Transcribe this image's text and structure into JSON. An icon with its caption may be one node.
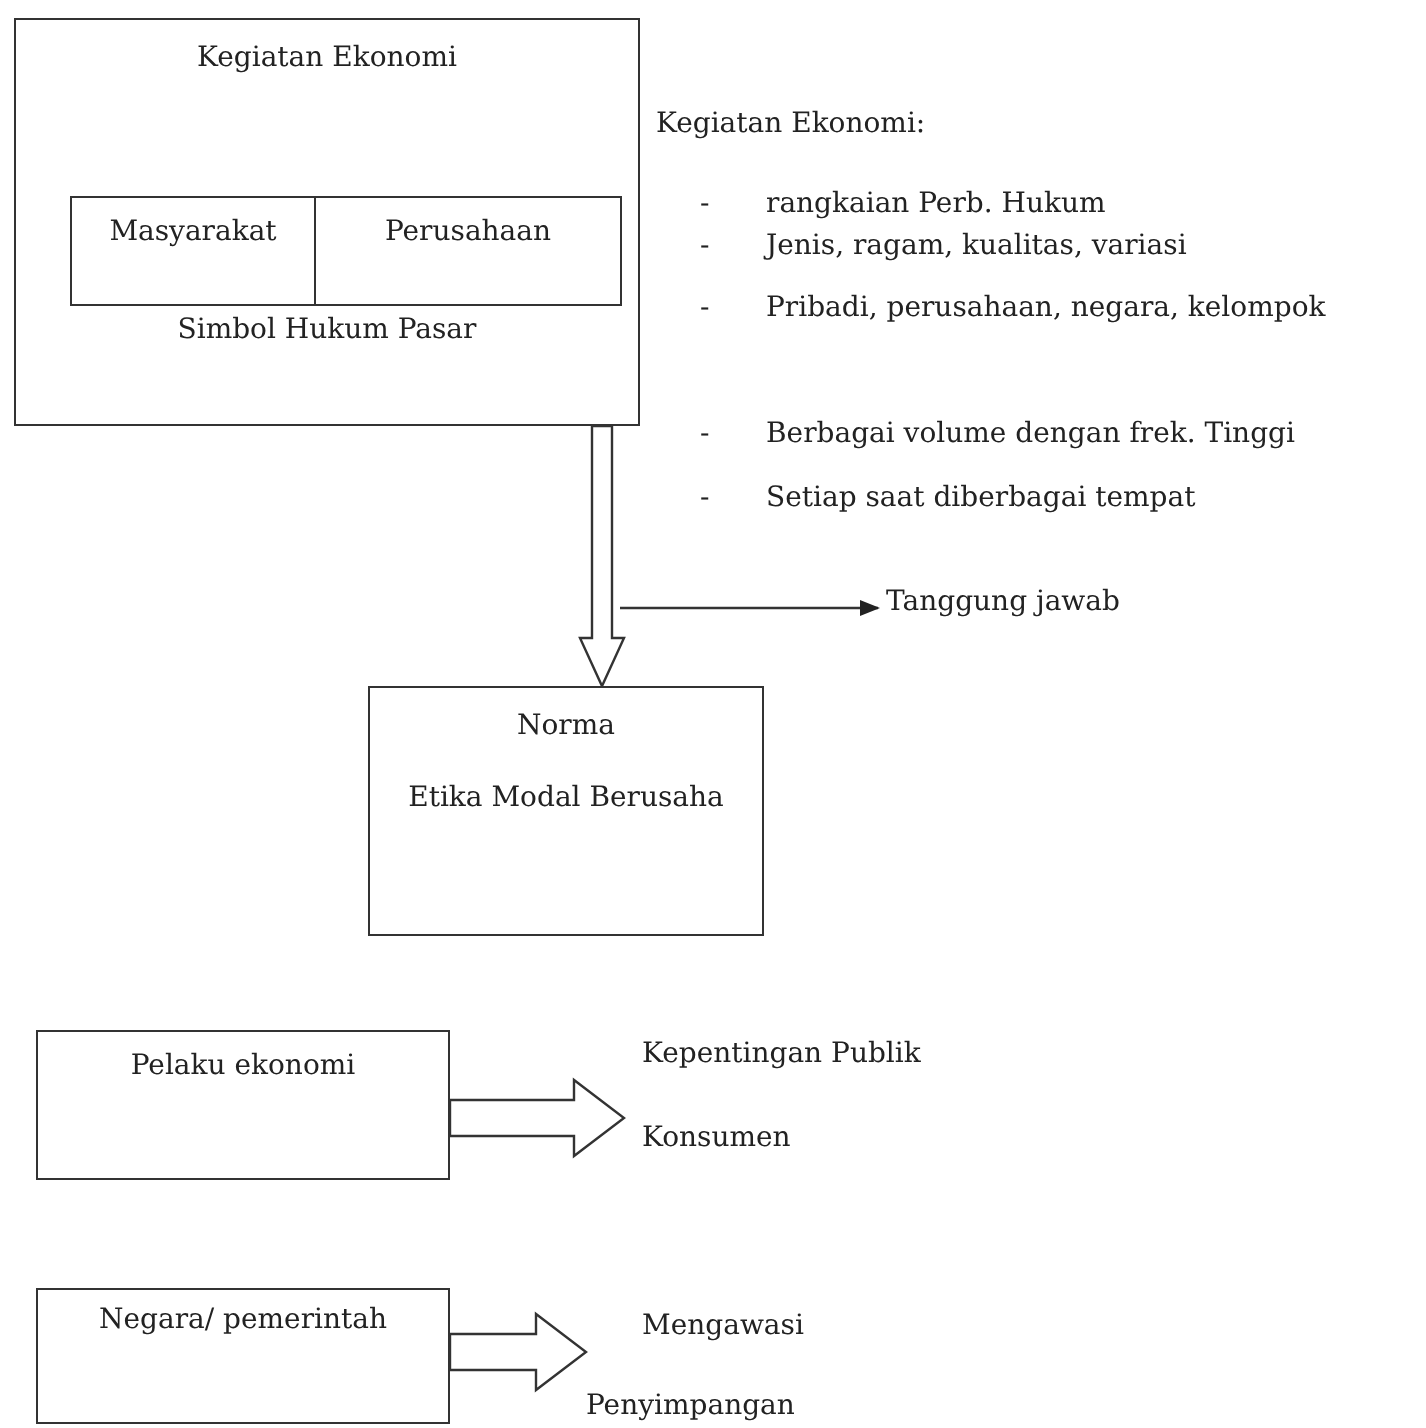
{
  "diagram": {
    "nodes": [
      {
        "text": [
          "Kegiatan Ekonomi",
          "Simbol Hukum Pasar"
        ]
      },
      {
        "text": [
          "Masyarakat"
        ],
        "in": 0
      },
      {
        "text": [
          "Perusahaan"
        ],
        "in": 0
      },
      {
        "text": [
          "Norma",
          "Etika Modal Berusaha"
        ]
      },
      {
        "text": [
          "Tanggung jawab"
        ]
      },
      {
        "text": [
          "Pelaku ekonomi"
        ]
      },
      {
        "text": [
          "Kepentingan Publik",
          "Konsumen"
        ]
      },
      {
        "text": [
          "Negara/ pemerintah"
        ]
      },
      {
        "text": [
          "Mengawasi",
          "Penyimpangan"
        ]
      }
    ],
    "edges": [
      {
        "from": 0,
        "to": 3,
        "arrow": "to",
        "style": "thick"
      },
      {
        "from": null,
        "to": 4,
        "arrow": "to"
      },
      {
        "from": 5,
        "to": 6,
        "arrow": "to",
        "style": "thick"
      },
      {
        "from": 7,
        "to": 8,
        "arrow": "to",
        "style": "thick"
      }
    ],
    "labels": [
      "Kegiatan Ekonomi:",
      "-",
      "rangkaian Perb. Hukum",
      "-",
      "Jenis, ragam, kualitas, variasi",
      "-",
      "Pribadi, perusahaan, negara, kelompok",
      "-",
      "Berbagai volume dengan frek. Tinggi",
      "-",
      "Setiap saat diberbagai tempat"
    ]
  }
}
